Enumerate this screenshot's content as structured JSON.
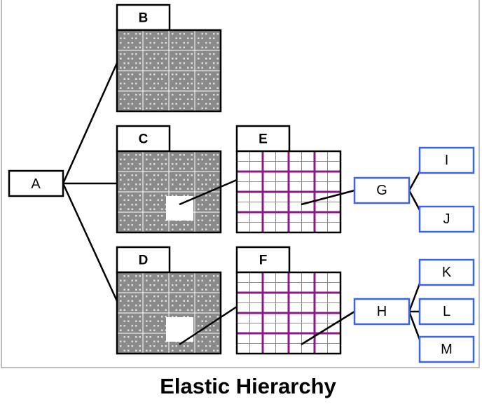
{
  "caption": "Elastic Hierarchy",
  "colors": {
    "blue_node": "#3a66e6",
    "grid_major": "#8b1a89",
    "grid_minor": "#8c8c8c",
    "thumb_gray": "#8a8a8a"
  },
  "nodes": {
    "A": "A",
    "B": "B",
    "C": "C",
    "D": "D",
    "E": "E",
    "F": "F",
    "G": "G",
    "H": "H",
    "I": "I",
    "J": "J",
    "K": "K",
    "L": "L",
    "M": "M"
  }
}
